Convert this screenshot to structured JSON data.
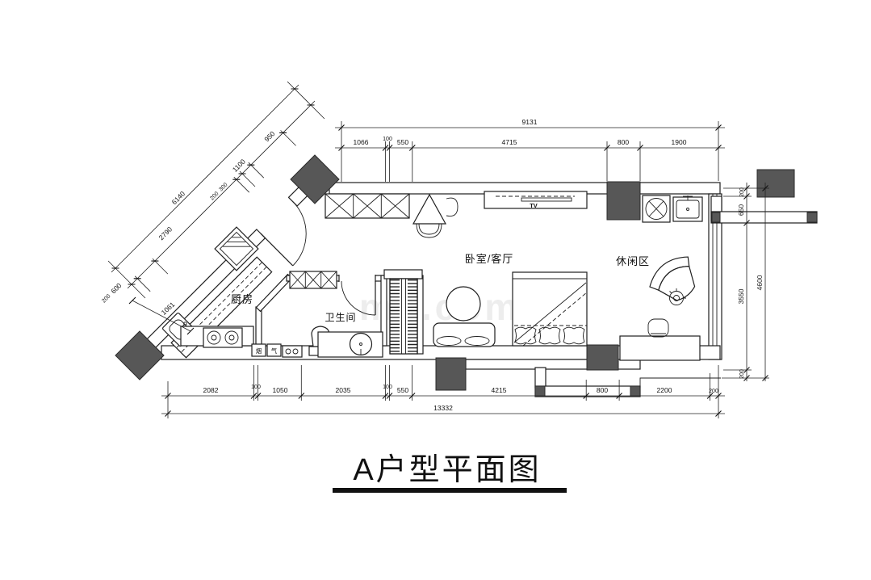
{
  "title": {
    "text": "A户型平面图"
  },
  "watermark": "mg.com",
  "rooms": {
    "kitchen": "厨房",
    "bathroom": "卫生间",
    "bedroom_living": "卧室/客厅",
    "leisure": "休闲区"
  },
  "fixtures": {
    "flue": "烟",
    "gas": "气",
    "tv": "TV"
  },
  "dimensions": {
    "top": {
      "overall": "9131",
      "segments": [
        "1066",
        "100",
        "550",
        "4715",
        "800",
        "1900"
      ]
    },
    "bottom": {
      "overall": "13332",
      "segments": [
        "2082",
        "100",
        "1050",
        "2035",
        "100",
        "550",
        "4215",
        "800",
        "2200",
        "200"
      ]
    },
    "right": {
      "overall": "4600",
      "segments": [
        "200",
        "650",
        "3550",
        "200"
      ]
    },
    "diagonal": {
      "overall": "6140",
      "segments": [
        "950",
        "1100",
        "300",
        "200",
        "2790",
        "600",
        "200"
      ],
      "counter": "1061"
    }
  },
  "colors": {
    "wall_fill": "#575757",
    "line": "#1f1f1f",
    "watermark": "#ededed"
  }
}
